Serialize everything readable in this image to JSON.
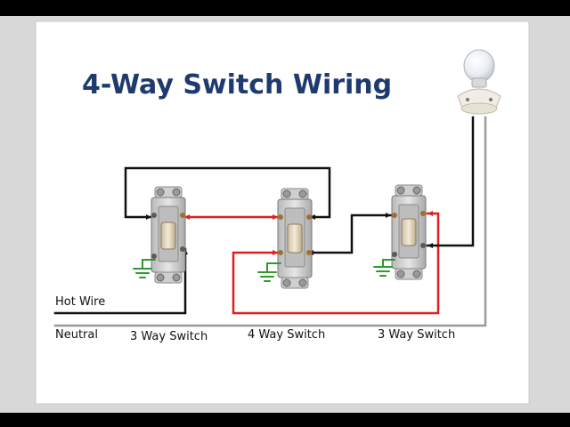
{
  "title": "4-Way Switch Wiring",
  "labels": {
    "hot_wire": "Hot Wire",
    "neutral": "Neutral",
    "switch_left": "3 Way Switch",
    "switch_middle": "4 Way Switch",
    "switch_right": "3 Way Switch"
  },
  "colors": {
    "title": "#1f3a6e",
    "black_wire": "#111111",
    "red_wire": "#e01e1e",
    "neutral_wire": "#999999",
    "ground": "#2e9b2e"
  },
  "icons": [
    "light-bulb-icon",
    "ground-symbol-icon",
    "toggle-switch-icon"
  ]
}
